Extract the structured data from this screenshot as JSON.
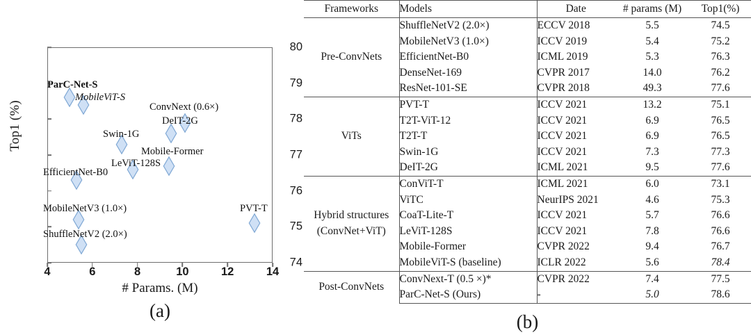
{
  "chart_data": [
    {
      "type": "scatter",
      "panel": "(a)",
      "title": "",
      "xlabel": "# Params. (M)",
      "ylabel": "Top1 (%)",
      "xlim": [
        4,
        14
      ],
      "ylim": [
        74,
        80
      ],
      "xticks": [
        "4",
        "6",
        "8",
        "10",
        "12",
        "14"
      ],
      "yticks": [
        "74",
        "75",
        "76",
        "77",
        "78",
        "79",
        "80"
      ],
      "grid": false,
      "legend": "none",
      "marker_style": "diamond",
      "marker_fill": "#cfe0f5",
      "marker_edge": "#7ea7d4",
      "points": [
        {
          "label": "ParC-Net-S",
          "x": 5.0,
          "y": 78.6,
          "style": "bold",
          "lx": 68,
          "ly": 115,
          "anchor": "left"
        },
        {
          "label": "MobileViT-S",
          "x": 5.6,
          "y": 78.4,
          "style": "italic",
          "lx": 108,
          "ly": 133,
          "anchor": "left"
        },
        {
          "label": "ConvNext (0.6×)",
          "x": 10.1,
          "y": 77.9,
          "style": "normal",
          "lx": 215,
          "ly": 147,
          "anchor": "left"
        },
        {
          "label": "DeIT-2G",
          "x": 9.5,
          "y": 77.6,
          "style": "normal",
          "lx": 233,
          "ly": 167,
          "anchor": "left"
        },
        {
          "label": "Swin-1G",
          "x": 7.3,
          "y": 77.3,
          "style": "normal",
          "lx": 148,
          "ly": 186,
          "anchor": "left"
        },
        {
          "label": "Mobile-Former",
          "x": 9.4,
          "y": 76.7,
          "style": "normal",
          "lx": 203,
          "ly": 211,
          "anchor": "left"
        },
        {
          "label": "LeViT-128S",
          "x": 7.8,
          "y": 76.6,
          "style": "normal",
          "lx": 160,
          "ly": 228,
          "anchor": "left"
        },
        {
          "label": "EfficientNet-B0",
          "x": 5.3,
          "y": 76.3,
          "style": "normal",
          "lx": 62,
          "ly": 241,
          "anchor": "left"
        },
        {
          "label": "MobileNetV3 (1.0×)",
          "x": 5.4,
          "y": 75.2,
          "style": "normal",
          "lx": 62,
          "ly": 293,
          "anchor": "left"
        },
        {
          "label": "PVT-T",
          "x": 13.2,
          "y": 75.1,
          "style": "normal",
          "lx": 345,
          "ly": 293,
          "anchor": "left"
        },
        {
          "label": "ShuffleNetV2 (2.0×)",
          "x": 5.5,
          "y": 74.5,
          "style": "normal",
          "lx": 62,
          "ly": 330,
          "anchor": "left"
        }
      ]
    },
    {
      "type": "table",
      "panel": "(b)",
      "columns": [
        "Frameworks",
        "Models",
        "Date",
        "# params (M)",
        "Top1(%)"
      ],
      "groups": [
        {
          "framework": "Pre-ConvNets",
          "rows": [
            {
              "model": "ShuffleNetV2 (2.0×)",
              "date": "ECCV 2018",
              "params": "5.5",
              "top1": "74.5"
            },
            {
              "model": "MobileNetV3 (1.0×)",
              "date": "ICCV 2019",
              "params": "5.4",
              "top1": "75.2"
            },
            {
              "model": "EfficientNet-B0",
              "date": "ICML 2019",
              "params": "5.3",
              "top1": "76.3"
            },
            {
              "model": "DenseNet-169",
              "date": "CVPR 2017",
              "params": "14.0",
              "top1": "76.2"
            },
            {
              "model": "ResNet-101-SE",
              "date": "CVPR 2018",
              "params": "49.3",
              "top1": "77.6"
            }
          ]
        },
        {
          "framework": "ViTs",
          "rows": [
            {
              "model": "PVT-T",
              "date": "ICCV 2021",
              "params": "13.2",
              "top1": "75.1"
            },
            {
              "model": "T2T-ViT-12",
              "date": "ICCV 2021",
              "params": "6.9",
              "top1": "76.5"
            },
            {
              "model": "T2T-T",
              "date": "ICCV 2021",
              "params": "6.9",
              "top1": "76.5"
            },
            {
              "model": "Swin-1G",
              "date": "ICCV 2021",
              "params": "7.3",
              "top1": "77.3"
            },
            {
              "model": "DeIT-2G",
              "date": "ICML 2021",
              "params": "9.5",
              "top1": "77.6"
            }
          ]
        },
        {
          "framework": "Hybrid structures (ConvNet+ViT)",
          "framework_line1": "Hybrid structures",
          "framework_line2": "(ConvNet+ViT)",
          "rows": [
            {
              "model": "ConViT-T",
              "date": "ICML 2021",
              "params": "6.0",
              "top1": "73.1"
            },
            {
              "model": "ViTC",
              "date": "NeurIPS 2021",
              "params": "4.6",
              "params_style": "bold",
              "top1": "75.3"
            },
            {
              "model": "CoaT-Lite-T",
              "date": "ICCV 2021",
              "params": "5.7",
              "top1": "76.6"
            },
            {
              "model": "LeViT-128S",
              "date": "ICCV 2021",
              "params": "7.8",
              "top1": "76.6"
            },
            {
              "model": "Mobile-Former",
              "date": "CVPR 2022",
              "params": "9.4",
              "top1": "76.7"
            },
            {
              "model": "MobileViT-S (baseline)",
              "date": "ICLR 2022",
              "params": "5.6",
              "top1": "78.4",
              "top1_style": "italic"
            }
          ]
        },
        {
          "framework": "Post-ConvNets",
          "rows": [
            {
              "model": "ConvNext-T (0.5 ×)*",
              "date": "CVPR 2022",
              "params": "7.4",
              "top1": "77.5"
            },
            {
              "model": "ParC-Net-S  (Ours)",
              "date": "-",
              "params": "5.0",
              "params_style": "italic",
              "top1": "78.6",
              "top1_style": "bold"
            }
          ]
        }
      ]
    }
  ],
  "captions": {
    "a": "(a)",
    "b": "(b)"
  }
}
